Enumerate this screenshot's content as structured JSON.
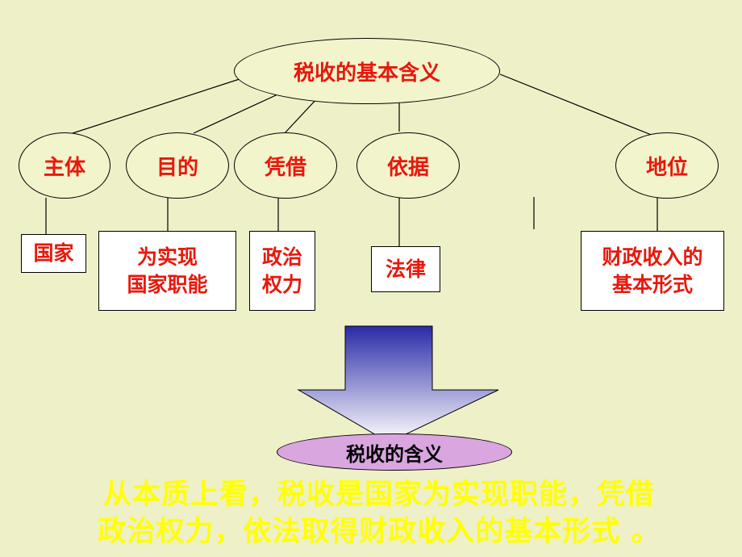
{
  "root": {
    "label": "税收的基本含义"
  },
  "aspects": [
    {
      "label": "主体",
      "detail_lines": [
        "国家"
      ]
    },
    {
      "label": "目的",
      "detail_lines": [
        "为实现",
        "国家职能"
      ]
    },
    {
      "label": "凭借",
      "detail_lines": [
        "政治",
        "权力"
      ]
    },
    {
      "label": "依据",
      "detail_lines": [
        "法律"
      ]
    },
    {
      "label": "地位",
      "detail_lines": [
        "财政收入的",
        "基本形式"
      ]
    }
  ],
  "conclusion": {
    "label": "税收的含义"
  },
  "summary_lines": [
    "从本质上看，税收是国家为实现职能，凭借",
    "政治权力，依法取得财政收入的基本形式 。"
  ],
  "colors": {
    "background": "#EEF0C8",
    "node_text": "#E8180C",
    "conclusion_fill": "#D9A6E0",
    "arrow_top": "#2A2AA8",
    "summary_text": "#FFFF00"
  }
}
